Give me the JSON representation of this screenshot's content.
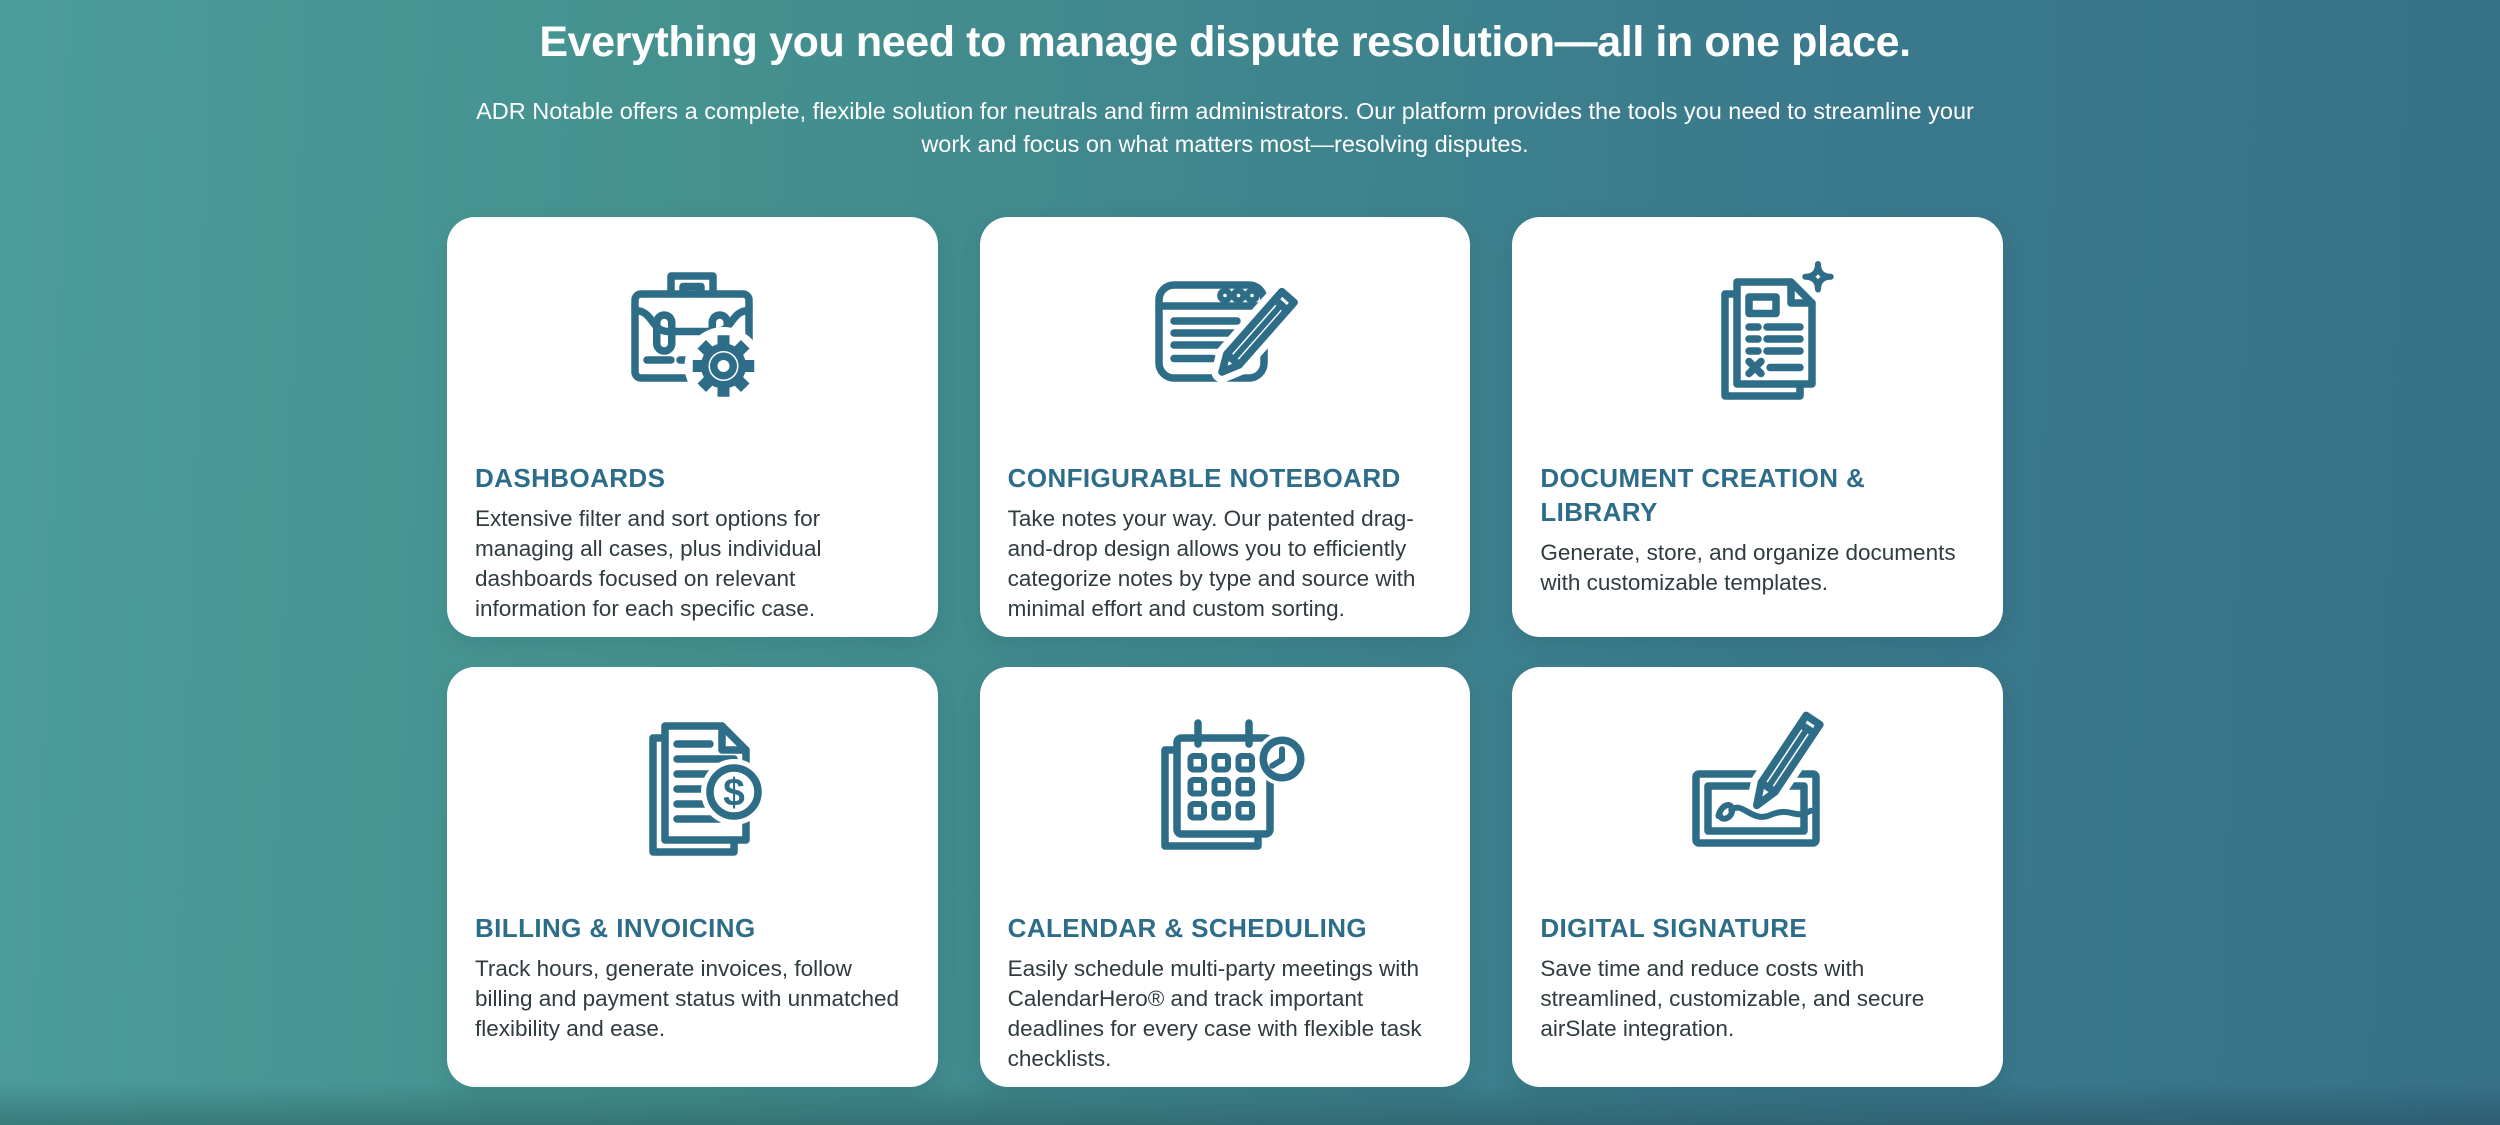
{
  "section": {
    "title": "Everything you need to manage dispute resolution—all in one place.",
    "subtitle": "ADR Notable offers a complete, flexible solution for neutrals and firm administrators. Our platform provides the tools you need to streamline your work and focus on what matters most—resolving disputes."
  },
  "colors": {
    "background_gradient_start": "#4A9C9B",
    "background_gradient_end": "#377188",
    "card_background": "#FFFFFF",
    "heading_text": "#FFFFFF",
    "card_title_accent": "#2E6D89",
    "card_body_text": "#303B3F",
    "icon_stroke": "#2E6D88"
  },
  "cards": [
    {
      "icon": "briefcase-gear-icon",
      "title": "DASHBOARDS",
      "description": "Extensive filter and sort options for managing all cases, plus individual dashboards focused on relevant information for each specific case."
    },
    {
      "icon": "noteboard-pencil-icon",
      "title": "CONFIGURABLE NOTEBOARD",
      "description": "Take notes your way. Our patented drag-and-drop design allows you to efficiently categorize notes by type and source with minimal effort and custom sorting."
    },
    {
      "icon": "document-sparkle-icon",
      "title": "DOCUMENT CREATION & LIBRARY",
      "description": "Generate, store, and organize documents with customizable templates."
    },
    {
      "icon": "invoice-dollar-icon",
      "title": "BILLING & INVOICING",
      "description": "Track hours, generate invoices, follow billing and payment status with unmatched flexibility and ease."
    },
    {
      "icon": "calendar-clock-icon",
      "title": "CALENDAR & SCHEDULING",
      "description": "Easily schedule multi-party meetings with CalendarHero® and track important deadlines for every case with flexible task checklists."
    },
    {
      "icon": "signature-pencil-icon",
      "title": "DIGITAL SIGNATURE",
      "description": "Save time and reduce costs with streamlined, customizable, and secure airSlate integration."
    }
  ]
}
